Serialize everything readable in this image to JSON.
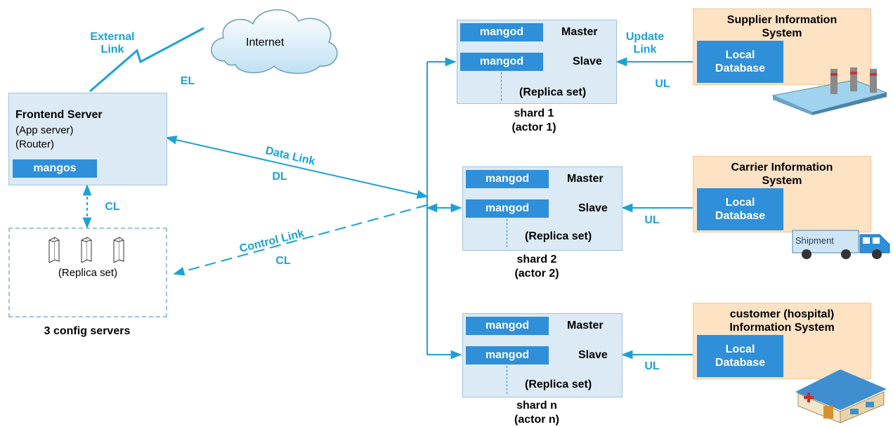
{
  "internet": {
    "label": "Internet"
  },
  "links": {
    "external_link": "External\nLink",
    "el": "EL",
    "data_link": "Data Link",
    "dl": "DL",
    "control_link": "Control Link",
    "cl_diag": "CL",
    "cl_vertical": "CL",
    "update_link": "Update\nLink",
    "ul1": "UL",
    "ul2": "UL",
    "uln": "UL"
  },
  "frontend": {
    "title": "Frontend Server",
    "line2": "(App server)",
    "line3": "(Router)",
    "mangos": "mangos"
  },
  "config": {
    "replica": "(Replica set)",
    "caption": "3 config servers"
  },
  "shards": [
    {
      "mangod_master": "mangod",
      "master": "Master",
      "mangod_slave": "mangod",
      "slave": "Slave",
      "replica": "(Replica set)",
      "caption": "shard 1\n(actor 1)"
    },
    {
      "mangod_master": "mangod",
      "master": "Master",
      "mangod_slave": "mangod",
      "slave": "Slave",
      "replica": "(Replica set)",
      "caption": "shard 2\n(actor 2)"
    },
    {
      "mangod_master": "mangod",
      "master": "Master",
      "mangod_slave": "mangod",
      "slave": "Slave",
      "replica": "(Replica set)",
      "caption": "shard n\n(actor n)"
    }
  ],
  "systems": [
    {
      "title": "Supplier Information\nSystem",
      "db": "Local\nDatabase"
    },
    {
      "title": "Carrier Information\nSystem",
      "db": "Local\nDatabase"
    },
    {
      "title": "customer (hospital)\nInformation System",
      "db": "Local\nDatabase"
    }
  ],
  "truck": {
    "label": "Shipment"
  },
  "colors": {
    "link": "#1ba1d9",
    "box_blue": "#2f8fd8",
    "box_light": "#dbeaf5",
    "system_bg": "#fde2c4"
  }
}
